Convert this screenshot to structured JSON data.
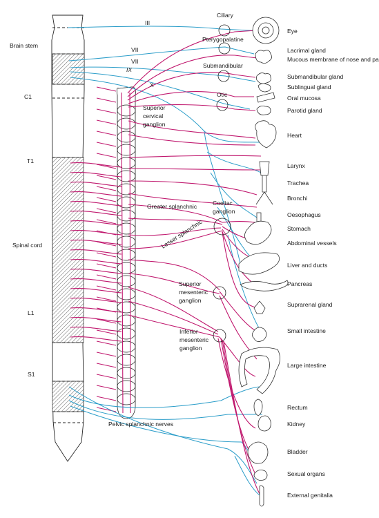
{
  "regions": {
    "brain_stem": "Brain stem",
    "c1": "C1",
    "t1": "T1",
    "spinal_cord": "Spinal cord",
    "l1": "L1",
    "s1": "S1"
  },
  "cranial_nerves": {
    "iii": "III",
    "vii_a": "VII",
    "vii_b": "VII",
    "ix": "IX",
    "x": "X"
  },
  "ganglia": {
    "ciliary": "Ciliary",
    "pterygopalatine": "Pterygopalatine",
    "submandibular": "Submandibular",
    "otic": "Otic",
    "superior_cervical": [
      "Superior",
      "cervical",
      "ganglion"
    ],
    "coeliac": [
      "Coeliac",
      "ganglion"
    ],
    "superior_mesenteric": [
      "Superior",
      "mesenteric",
      "ganglion"
    ],
    "inferior_mesenteric": [
      "Inferior",
      "mesenteric",
      "ganglion"
    ]
  },
  "nerves": {
    "greater_splanchnic": "Greater splanchnic",
    "lesser_splanchnic": "Lesser splanchnic",
    "pelvic_splanchnic": "Pelvic splanchnic nerves"
  },
  "organs": [
    "Eye",
    "Lacrimal gland",
    "Mucous membrane of nose and palate",
    "Submandibular gland",
    "Sublingual gland",
    "Oral mucosa",
    "Parotid gland",
    "Heart",
    "Larynx",
    "Trachea",
    "Bronchi",
    "Oesophagus",
    "Stomach",
    "Abdominal vessels",
    "Liver and ducts",
    "Pancreas",
    "Suprarenal gland",
    "Small intestine",
    "Large intestine",
    "Rectum",
    "Kidney",
    "Bladder",
    "Sexual organs",
    "External genitalia"
  ],
  "colors": {
    "sympathetic": "#c0186e",
    "parasympathetic": "#2b9dc9",
    "outline": "#222222"
  }
}
